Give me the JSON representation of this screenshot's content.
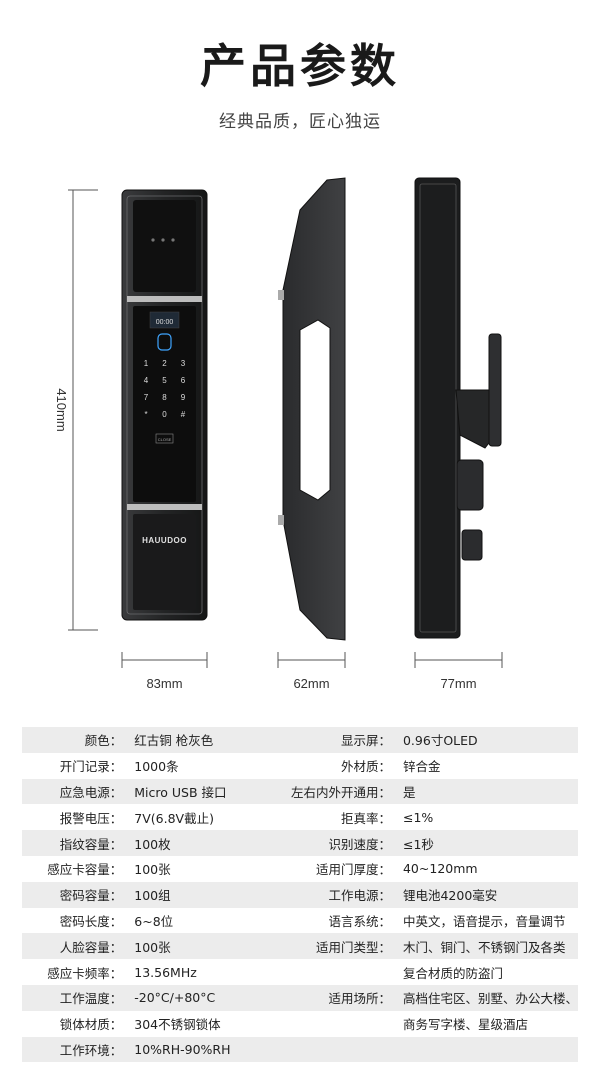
{
  "header": {
    "title": "产品参数",
    "subtitle": "经典品质，匠心独运"
  },
  "product": {
    "brand_logo": "HAUUDOO",
    "screen_text": "00:00",
    "keypad": [
      "1",
      "2",
      "3",
      "4",
      "5",
      "6",
      "7",
      "8",
      "9",
      "*",
      "0",
      "#"
    ],
    "key_label": "CLOSE"
  },
  "dimensions": {
    "height": "410mm",
    "front_width": "83mm",
    "side_width": "62mm",
    "back_width": "77mm"
  },
  "specs": [
    {
      "k1": "颜色：",
      "v1": "红古铜 枪灰色",
      "k2": "显示屏：",
      "v2": "0.96寸OLED",
      "shade": true
    },
    {
      "k1": "开门记录：",
      "v1": "1000条",
      "k2": "外材质：",
      "v2": "锌合金",
      "shade": false
    },
    {
      "k1": "应急电源：",
      "v1": "Micro USB 接口",
      "k2": "左右内外开通用：",
      "v2": "是",
      "shade": true
    },
    {
      "k1": "报警电压：",
      "v1": "7V(6.8V截止)",
      "k2": "拒真率：",
      "v2": "≤1%",
      "shade": false
    },
    {
      "k1": "指纹容量：",
      "v1": "100枚",
      "k2": "识别速度：",
      "v2": "≤1秒",
      "shade": true
    },
    {
      "k1": "感应卡容量：",
      "v1": "100张",
      "k2": "适用门厚度：",
      "v2": "40~120mm",
      "shade": false
    },
    {
      "k1": "密码容量：",
      "v1": "100组",
      "k2": "工作电源：",
      "v2": "锂电池4200毫安",
      "shade": true
    },
    {
      "k1": "密码长度：",
      "v1": "6~8位",
      "k2": "语言系统：",
      "v2": "中英文，语音提示，音量调节",
      "shade": false
    },
    {
      "k1": "人脸容量：",
      "v1": "100张",
      "k2": "适用门类型：",
      "v2": "木门、铜门、不锈钢门及各类",
      "shade": true
    },
    {
      "k1": "感应卡频率：",
      "v1": "13.56MHz",
      "k2": "",
      "v2": "复合材质的防盗门",
      "shade": false
    },
    {
      "k1": "工作温度：",
      "v1": "-20°C/+80°C",
      "k2": "适用场所：",
      "v2": "高档住宅区、别墅、办公大楼、",
      "shade": true
    },
    {
      "k1": "锁体材质：",
      "v1": "304不锈钢锁体",
      "k2": "",
      "v2": "商务写字楼、星级酒店",
      "shade": false
    },
    {
      "k1": "工作环境：",
      "v1": "10%RH-90%RH",
      "k2": "",
      "v2": "",
      "shade": true
    }
  ]
}
